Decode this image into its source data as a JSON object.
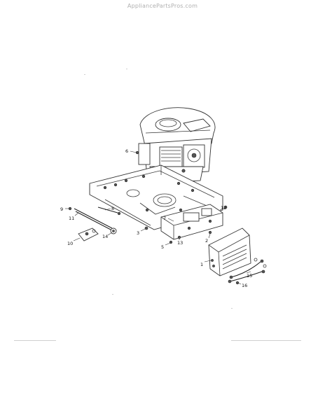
{
  "watermark": "AppliancePartsPros.com",
  "callouts": [
    {
      "id": "c1",
      "text": "1"
    },
    {
      "id": "c2",
      "text": "2"
    },
    {
      "id": "c3",
      "text": "3"
    },
    {
      "id": "c5",
      "text": "5"
    },
    {
      "id": "c6",
      "text": "6"
    },
    {
      "id": "c7",
      "text": "7"
    },
    {
      "id": "c8",
      "text": "8"
    },
    {
      "id": "c9",
      "text": "9"
    },
    {
      "id": "c10",
      "text": "10"
    },
    {
      "id": "c11",
      "text": "11"
    },
    {
      "id": "c12",
      "text": "12"
    },
    {
      "id": "c13",
      "text": "13"
    },
    {
      "id": "c14",
      "text": "14"
    },
    {
      "id": "c15",
      "text": "15"
    },
    {
      "id": "c16",
      "text": "16"
    }
  ]
}
